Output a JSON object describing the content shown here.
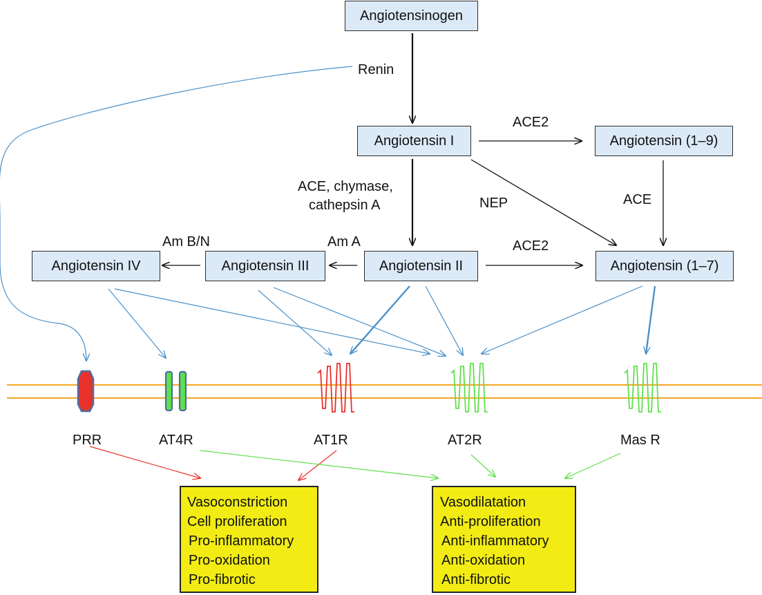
{
  "nodes": {
    "angiotensinogen": "Angiotensinogen",
    "ang1": "Angiotensin I",
    "ang19": "Angiotensin (1–9)",
    "ang2": "Angiotensin II",
    "ang3": "Angiotensin III",
    "ang4": "Angiotensin IV",
    "ang17": "Angiotensin (1–7)"
  },
  "enzymes": {
    "renin": "Renin",
    "ace2_top": "ACE2",
    "ace_chymase_1": "ACE, chymase,",
    "ace_chymase_2": "cathepsin A",
    "nep": "NEP",
    "ace": "ACE",
    "am_bn": "Am B/N",
    "am_a": "Am A",
    "ace2_mid": "ACE2"
  },
  "receptors": {
    "prr": "PRR",
    "at4r": "AT4R",
    "at1r": "AT1R",
    "at2r": "AT2R",
    "masr": "Mas R"
  },
  "effects_left": [
    "Vasoconstriction",
    "Cell proliferation",
    "Pro-inflammatory",
    "Pro-oxidation",
    "Pro-fibrotic"
  ],
  "effects_right": [
    "Vasodilatation",
    "Anti-proliferation",
    "Anti-inflammatory",
    "Anti-oxidation",
    "Anti-fibrotic"
  ],
  "colors": {
    "box_fill": "#dceaf7",
    "membrane": "#f5a623",
    "blue_arrow": "#4a90c8",
    "red": "#e8312b",
    "green": "#5fe04a",
    "effect_fill": "#f2ec14"
  }
}
